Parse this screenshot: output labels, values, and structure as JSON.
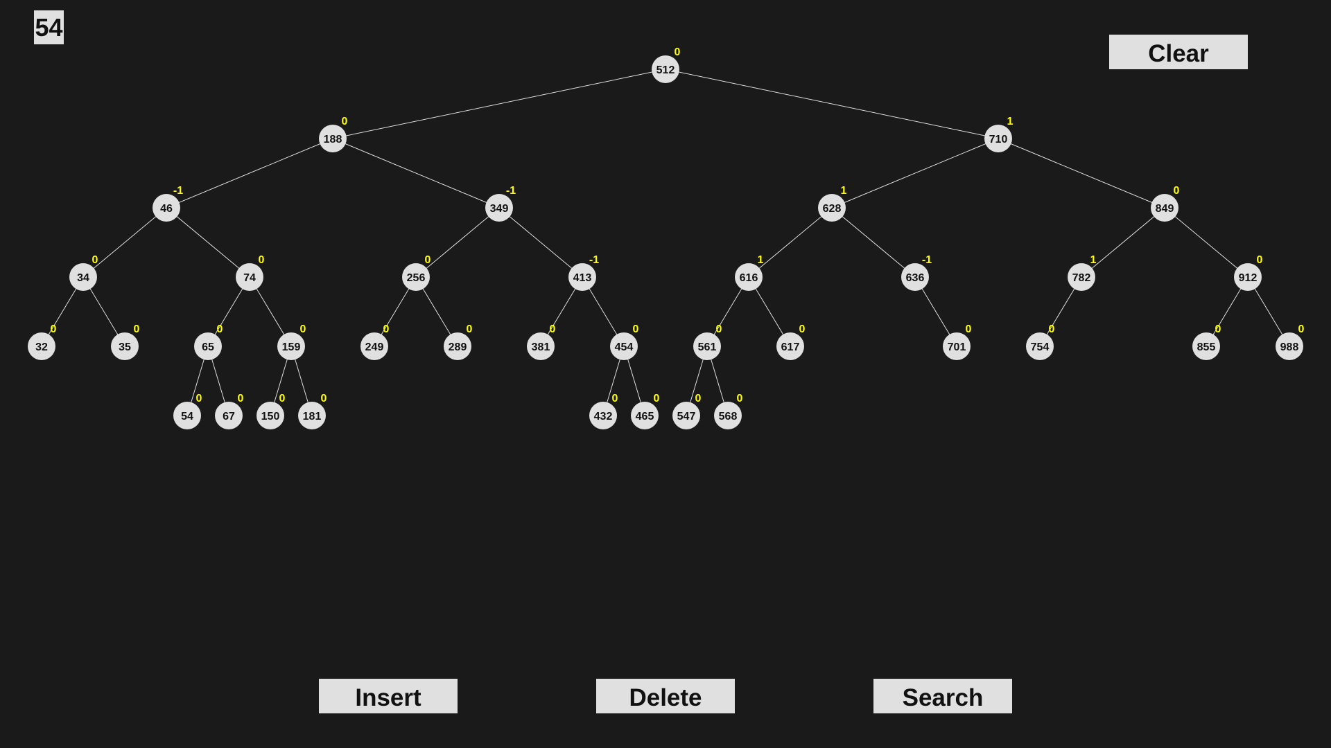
{
  "input": {
    "value": "54"
  },
  "buttons": {
    "clear": "Clear",
    "insert": "Insert",
    "delete": "Delete",
    "search": "Search"
  },
  "colors": {
    "background": "#1a1a1a",
    "node_fill": "#e0e0e0",
    "balance_factor": "#ffff00",
    "edge": "#e0e0e0"
  },
  "tree": {
    "nodes": [
      {
        "id": "n512",
        "value": "512",
        "bf": "0",
        "parent": null
      },
      {
        "id": "n188",
        "value": "188",
        "bf": "0",
        "parent": "n512"
      },
      {
        "id": "n710",
        "value": "710",
        "bf": "1",
        "parent": "n512"
      },
      {
        "id": "n46",
        "value": "46",
        "bf": "-1",
        "parent": "n188"
      },
      {
        "id": "n349",
        "value": "349",
        "bf": "-1",
        "parent": "n188"
      },
      {
        "id": "n628",
        "value": "628",
        "bf": "1",
        "parent": "n710"
      },
      {
        "id": "n849",
        "value": "849",
        "bf": "0",
        "parent": "n710"
      },
      {
        "id": "n34",
        "value": "34",
        "bf": "0",
        "parent": "n46"
      },
      {
        "id": "n74",
        "value": "74",
        "bf": "0",
        "parent": "n46"
      },
      {
        "id": "n256",
        "value": "256",
        "bf": "0",
        "parent": "n349"
      },
      {
        "id": "n413",
        "value": "413",
        "bf": "-1",
        "parent": "n349"
      },
      {
        "id": "n616",
        "value": "616",
        "bf": "1",
        "parent": "n628"
      },
      {
        "id": "n636",
        "value": "636",
        "bf": "-1",
        "parent": "n628"
      },
      {
        "id": "n782",
        "value": "782",
        "bf": "1",
        "parent": "n849"
      },
      {
        "id": "n912",
        "value": "912",
        "bf": "0",
        "parent": "n849"
      },
      {
        "id": "n32",
        "value": "32",
        "bf": "0",
        "parent": "n34"
      },
      {
        "id": "n35",
        "value": "35",
        "bf": "0",
        "parent": "n34"
      },
      {
        "id": "n65",
        "value": "65",
        "bf": "0",
        "parent": "n74"
      },
      {
        "id": "n159",
        "value": "159",
        "bf": "0",
        "parent": "n74"
      },
      {
        "id": "n249",
        "value": "249",
        "bf": "0",
        "parent": "n256"
      },
      {
        "id": "n289",
        "value": "289",
        "bf": "0",
        "parent": "n256"
      },
      {
        "id": "n381",
        "value": "381",
        "bf": "0",
        "parent": "n413"
      },
      {
        "id": "n454",
        "value": "454",
        "bf": "0",
        "parent": "n413"
      },
      {
        "id": "n561",
        "value": "561",
        "bf": "0",
        "parent": "n616"
      },
      {
        "id": "n617",
        "value": "617",
        "bf": "0",
        "parent": "n616"
      },
      {
        "id": "n701",
        "value": "701",
        "bf": "0",
        "parent": "n636"
      },
      {
        "id": "n754",
        "value": "754",
        "bf": "0",
        "parent": "n782"
      },
      {
        "id": "n855",
        "value": "855",
        "bf": "0",
        "parent": "n912"
      },
      {
        "id": "n988",
        "value": "988",
        "bf": "0",
        "parent": "n912"
      },
      {
        "id": "n54",
        "value": "54",
        "bf": "0",
        "parent": "n65"
      },
      {
        "id": "n67",
        "value": "67",
        "bf": "0",
        "parent": "n65"
      },
      {
        "id": "n150",
        "value": "150",
        "bf": "0",
        "parent": "n159"
      },
      {
        "id": "n181",
        "value": "181",
        "bf": "0",
        "parent": "n159"
      },
      {
        "id": "n432",
        "value": "432",
        "bf": "0",
        "parent": "n454"
      },
      {
        "id": "n465",
        "value": "465",
        "bf": "0",
        "parent": "n454"
      },
      {
        "id": "n547",
        "value": "547",
        "bf": "0",
        "parent": "n561"
      },
      {
        "id": "n568",
        "value": "568",
        "bf": "0",
        "parent": "n561"
      }
    ]
  }
}
